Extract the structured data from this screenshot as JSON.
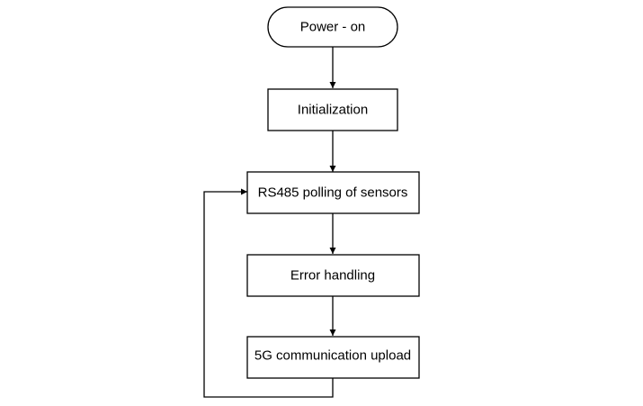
{
  "diagram": {
    "type": "flowchart",
    "nodes": [
      {
        "id": "start",
        "shape": "terminator",
        "label": "Power - on"
      },
      {
        "id": "init",
        "shape": "process",
        "label": "Initialization"
      },
      {
        "id": "poll",
        "shape": "process",
        "label": "RS485 polling of sensors"
      },
      {
        "id": "error",
        "shape": "process",
        "label": "Error handling"
      },
      {
        "id": "upload",
        "shape": "process",
        "label": "5G communication upload"
      }
    ],
    "edges": [
      {
        "from": "start",
        "to": "init"
      },
      {
        "from": "init",
        "to": "poll"
      },
      {
        "from": "poll",
        "to": "error"
      },
      {
        "from": "error",
        "to": "upload"
      },
      {
        "from": "upload",
        "to": "poll",
        "route": "loop-back-left"
      }
    ],
    "colors": {
      "stroke": "#000000",
      "fill": "#ffffff",
      "text": "#000000"
    }
  }
}
